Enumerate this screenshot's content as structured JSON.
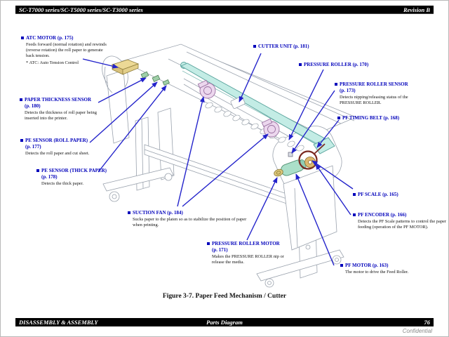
{
  "page": {
    "header": {
      "title": "SC-T7000 series/SC-T5000 series/SC-T3000 series",
      "revision": "Revision B"
    },
    "footer": {
      "section": "DISASSEMBLY & ASSEMBLY",
      "chapter": "Parts Diagram",
      "page_number": "76",
      "watermark": "Confidential"
    },
    "figure_caption": "Figure 3-7.  Paper Feed Mechanism / Cutter"
  },
  "colors": {
    "label_blue": "#0000bb",
    "arrow_blue": "#2323cb",
    "rail_teal": "#c3ece5",
    "fan_pink": "#ecd7ee",
    "motor_yellow": "#ecd996",
    "motor_green": "#abdfc9",
    "scale_maroon": "#7a2a22",
    "encoder_tan": "#ddb96f"
  },
  "callouts": [
    {
      "name": "ATC MOTOR",
      "page": "(p. 175)",
      "desc": "Feeds forward (normal rotation) and rewinds (reverse rotation) the roll paper to generate back tension.",
      "note": "* ATC: Auto Tension Control"
    },
    {
      "name": "PAPER THICKNESS SENSOR",
      "page": "(p. 180)",
      "desc": "Detects the thickness of roll paper being inserted into the printer."
    },
    {
      "name": "PE SENSOR (ROLL PAPER)",
      "page": "(p. 177)",
      "desc": "Detects the roll paper and cut sheet."
    },
    {
      "name": "PE SENSOR (THICK PAPER)",
      "page": "(p. 178)",
      "desc": "Detects the thick paper."
    },
    {
      "name": "SUCTION FAN",
      "page": "(p. 184)",
      "desc": "Sucks paper to the platen so as to stabilize the position of paper when printing."
    },
    {
      "name": "PRESSURE ROLLER MOTOR",
      "page": "(p. 171)",
      "desc": "Makes the PRESSURE ROLLER nip or release the media."
    },
    {
      "name": "CUTTER UNIT",
      "page": "(p. 181)"
    },
    {
      "name": "PRESSURE ROLLER",
      "page": "(p. 170)"
    },
    {
      "name": "PRESSURE ROLLER SENSOR",
      "page": "(p. 173)",
      "desc": "Detects nipping/releasing status of the PRESSURE ROLLER."
    },
    {
      "name": "PF TIMING BELT",
      "page": "(p. 168)"
    },
    {
      "name": "PF SCALE",
      "page": "(p. 165)"
    },
    {
      "name": "PF ENCODER",
      "page": "(p. 166)",
      "desc": "Detects the PF Scale patterns to control the paper feeding (operation of the PF MOTOR)."
    },
    {
      "name": "PF MOTOR",
      "page": "(p. 163)",
      "desc": "The motor to drive the Feed Roller."
    }
  ]
}
